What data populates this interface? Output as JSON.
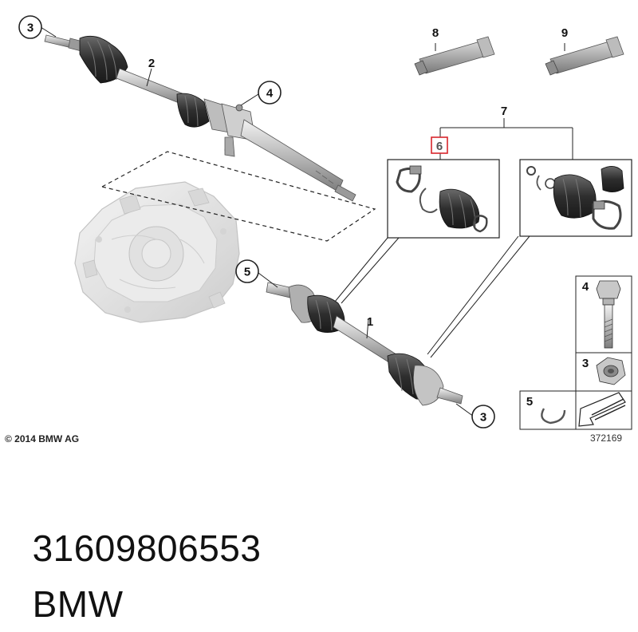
{
  "callouts": {
    "c1": "1",
    "c2": "2",
    "c3_top": "3",
    "c3_bottom": "3",
    "c3_inset": "3",
    "c4": "4",
    "c4_inset": "4",
    "c5": "5",
    "c5_inset": "5",
    "c6": "6",
    "c7": "7",
    "c8": "8",
    "c9": "9"
  },
  "copyright": "© 2014 BMW AG",
  "diagram_number": "372169",
  "part_number": "31609806553",
  "brand": "BMW",
  "colors": {
    "highlight": "#d9262c",
    "part_light": "#dcdcdc",
    "part_mid": "#a9a9a9",
    "part_dark": "#4a4a4a"
  }
}
